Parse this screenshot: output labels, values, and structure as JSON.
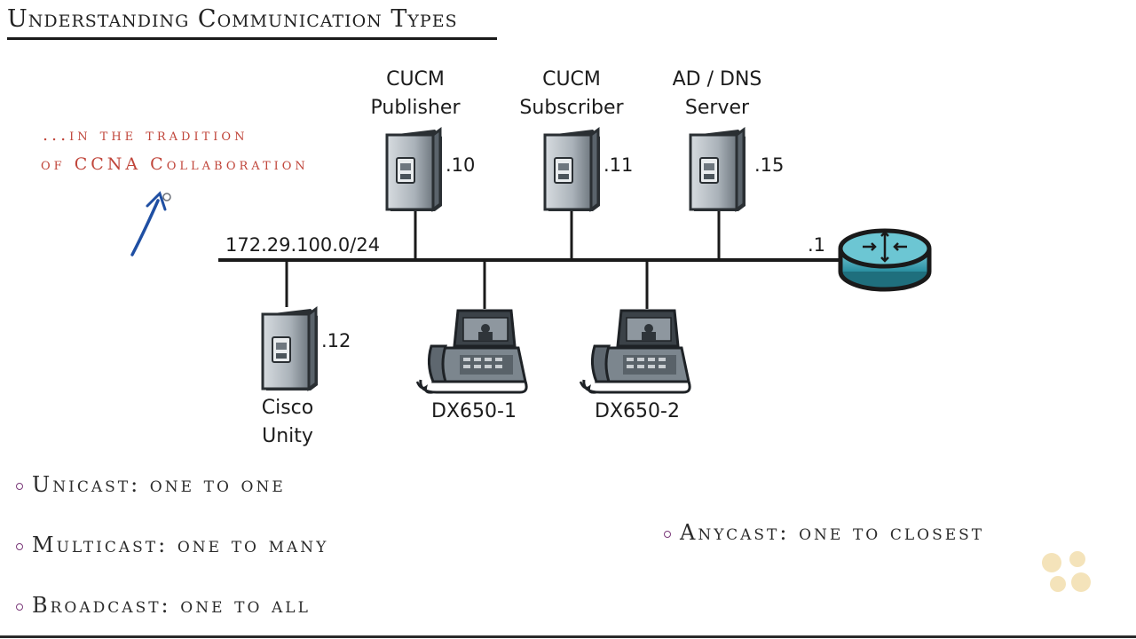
{
  "title": "Understanding Communication Types",
  "note": {
    "line1": "...in the tradition",
    "line2": "of CCNA Collaboration"
  },
  "network": {
    "subnet": "172.29.100.0/24",
    "router_ip": ".1"
  },
  "servers": [
    {
      "name_line1": "CUCM",
      "name_line2": "Publisher",
      "ip": ".10"
    },
    {
      "name_line1": "CUCM",
      "name_line2": "Subscriber",
      "ip": ".11"
    },
    {
      "name_line1": "AD / DNS",
      "name_line2": "Server",
      "ip": ".15"
    },
    {
      "name_line1": "Cisco",
      "name_line2": "Unity",
      "ip": ".12"
    }
  ],
  "phones": [
    {
      "name": "DX650-1"
    },
    {
      "name": "DX650-2"
    }
  ],
  "bullets": [
    {
      "text": "Unicast: one to one"
    },
    {
      "text": "Multicast: one to many"
    },
    {
      "text": "Broadcast: one to all"
    },
    {
      "text": "Anycast: one to closest"
    }
  ],
  "colors": {
    "note": "#c0453a",
    "router": "#3aa6b8",
    "pen_arrow": "#1f4fa3",
    "bullet_dot": "#7b3a7a"
  }
}
